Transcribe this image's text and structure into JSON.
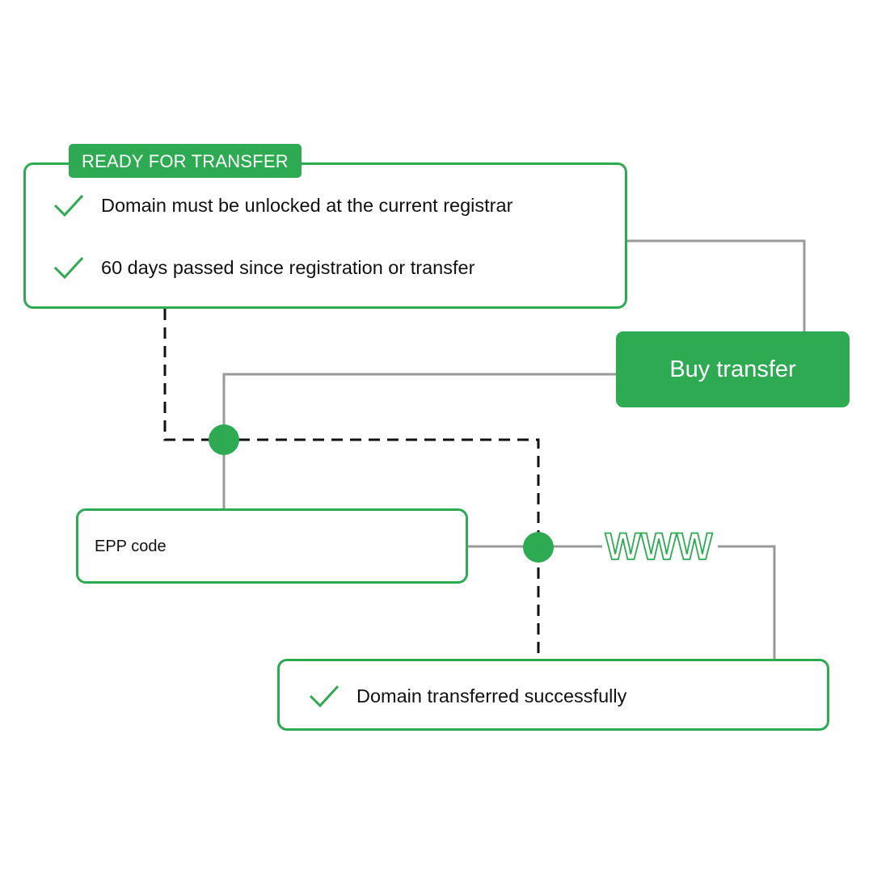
{
  "colors": {
    "accent": "#2daa52",
    "connector": "#9a9a9a",
    "dashed": "#111111"
  },
  "ready_box": {
    "badge": "READY FOR TRANSFER",
    "requirements": [
      {
        "icon": "check-icon",
        "label": "Domain must be unlocked at the current registrar"
      },
      {
        "icon": "check-icon",
        "label": "60 days passed since registration or transfer"
      }
    ]
  },
  "buy_button": {
    "label": "Buy transfer"
  },
  "epp_box": {
    "label": "EPP code"
  },
  "www": {
    "label": "WWW"
  },
  "result_box": {
    "icon": "check-icon",
    "label": "Domain transferred successfully"
  }
}
